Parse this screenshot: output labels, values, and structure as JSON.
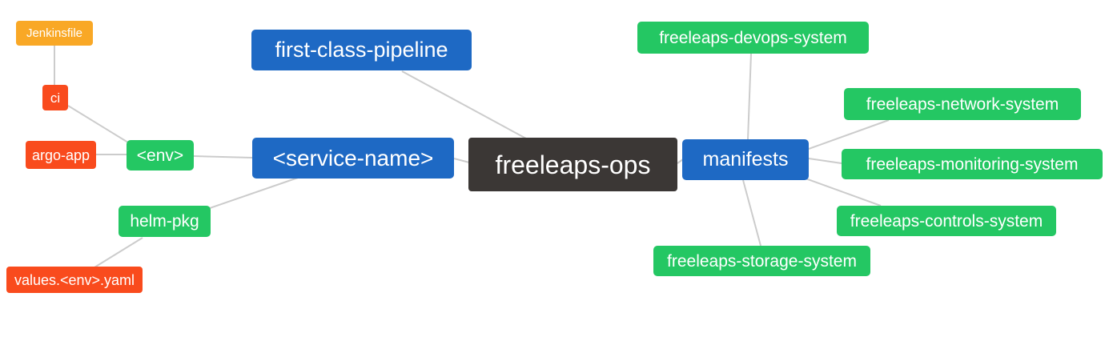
{
  "palette": {
    "blue": "#1e69c4",
    "green": "#24c763",
    "orange": "#f9a826",
    "red": "#f94b1d",
    "dark": "#3b3735",
    "edge": "#cccccc",
    "node_text": "#ffffff",
    "background": "#ffffff"
  },
  "nodes": {
    "jenkinsfile": {
      "label": "Jenkinsfile",
      "color": "orange"
    },
    "ci": {
      "label": "ci",
      "color": "red"
    },
    "argo_app": {
      "label": "argo-app",
      "color": "red"
    },
    "env": {
      "label": "<env>",
      "color": "green"
    },
    "helm_pkg": {
      "label": "helm-pkg",
      "color": "green"
    },
    "values_env_yaml": {
      "label": "values.<env>.yaml",
      "color": "red"
    },
    "first_class_pipeline": {
      "label": "first-class-pipeline",
      "color": "blue"
    },
    "service_name": {
      "label": "<service-name>",
      "color": "blue"
    },
    "freeleaps_ops": {
      "label": "freeleaps-ops",
      "color": "dark"
    },
    "manifests": {
      "label": "manifests",
      "color": "blue"
    },
    "devops_system": {
      "label": "freeleaps-devops-system",
      "color": "green"
    },
    "network_system": {
      "label": "freeleaps-network-system",
      "color": "green"
    },
    "monitoring_system": {
      "label": "freeleaps-monitoring-system",
      "color": "green"
    },
    "controls_system": {
      "label": "freeleaps-controls-system",
      "color": "green"
    },
    "storage_system": {
      "label": "freeleaps-storage-system",
      "color": "green"
    }
  },
  "edges": [
    {
      "from": "jenkinsfile",
      "to": "ci"
    },
    {
      "from": "ci",
      "to": "env"
    },
    {
      "from": "argo_app",
      "to": "env"
    },
    {
      "from": "env",
      "to": "service_name"
    },
    {
      "from": "helm_pkg",
      "to": "service_name"
    },
    {
      "from": "values_env_yaml",
      "to": "helm_pkg"
    },
    {
      "from": "first_class_pipeline",
      "to": "freeleaps_ops"
    },
    {
      "from": "service_name",
      "to": "freeleaps_ops"
    },
    {
      "from": "freeleaps_ops",
      "to": "manifests"
    },
    {
      "from": "manifests",
      "to": "devops_system"
    },
    {
      "from": "manifests",
      "to": "network_system"
    },
    {
      "from": "manifests",
      "to": "monitoring_system"
    },
    {
      "from": "manifests",
      "to": "controls_system"
    },
    {
      "from": "manifests",
      "to": "storage_system"
    }
  ]
}
